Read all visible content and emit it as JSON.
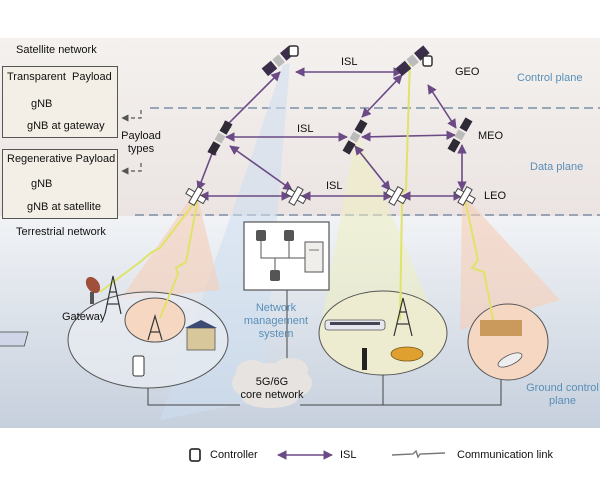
{
  "regions": {
    "satellite_network": "Satellite network",
    "terrestrial_network": "Terrestrial network",
    "control_plane": "Control plane",
    "data_plane": "Data plane",
    "ground_control_plane": "Ground control plane"
  },
  "orbits": {
    "geo": "GEO",
    "meo": "MEO",
    "leo": "LEO"
  },
  "links": {
    "isl_geo": "ISL",
    "isl_meo": "ISL",
    "isl_leo": "ISL"
  },
  "payload": {
    "transparent": {
      "title_left": "Transparent",
      "title_right": "Payload",
      "node": "gNB",
      "caption": "gNB at gateway"
    },
    "regenerative": {
      "title": "Regenerative Payload",
      "node": "gNB",
      "caption": "gNB at satellite"
    },
    "types_label_line1": "Payload",
    "types_label_line2": "types"
  },
  "terrestrial": {
    "gateway": "Gateway",
    "nms_line1": "Network",
    "nms_line2": "management",
    "nms_line3": "system",
    "core_line1": "5G/6G",
    "core_line2": "core network"
  },
  "legend": {
    "controller": "Controller",
    "isl": "ISL",
    "communication_link": "Communication link"
  },
  "colors": {
    "isl": "#6b4a86",
    "comm_link": "#e7ea6a",
    "satellite_bg": "#efe9e7",
    "terrestrial_bg": "#dfe5ee",
    "plane_text": "#5a8fb8",
    "dashed": "#7c8ea8"
  }
}
